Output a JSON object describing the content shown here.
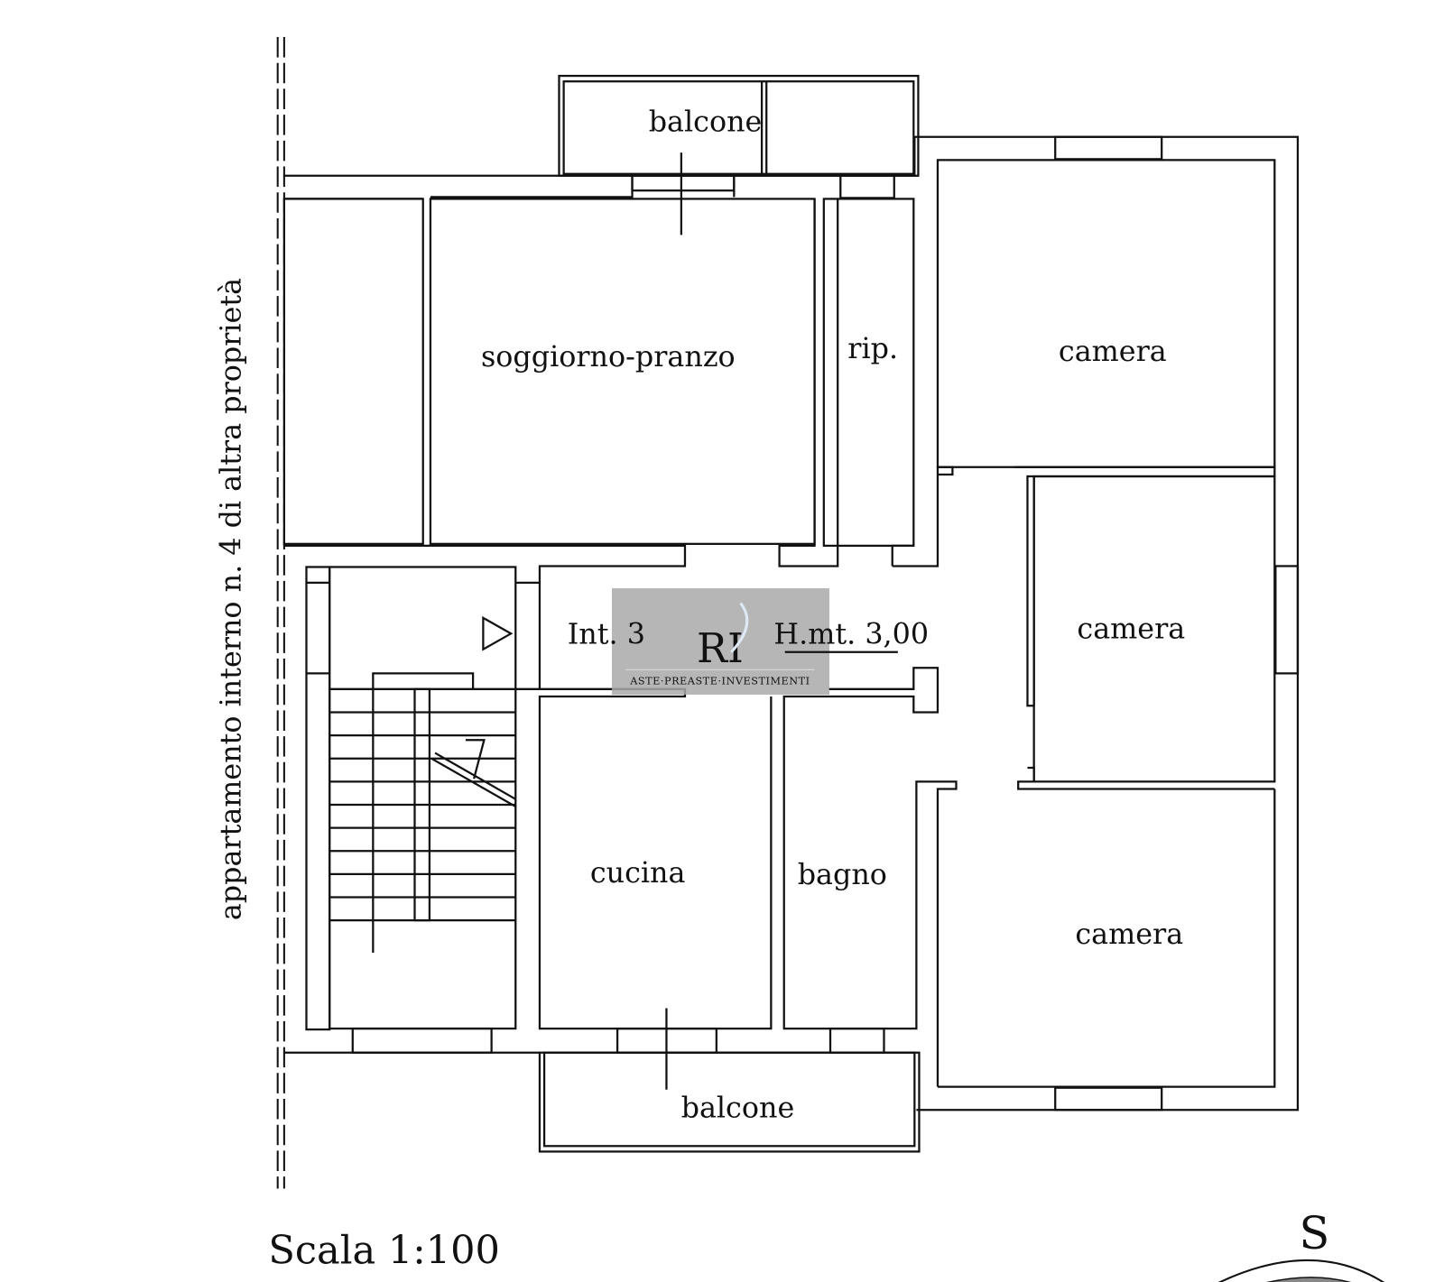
{
  "plan": {
    "side_label": "appartamento interno n. 4 di altra proprietà",
    "scale_label": "Scala  1:100",
    "compass_letter": "S",
    "unit_label": "Int.  3",
    "height_label": "H.mt.  3,00",
    "rooms": {
      "balcony_top": "balcone",
      "living": "soggiorno-pranzo",
      "storage": "rip.",
      "bedroom_1": "camera",
      "bedroom_2": "camera",
      "bedroom_3": "camera",
      "kitchen": "cucina",
      "bathroom": "bagno",
      "balcony_bottom": "balcone"
    }
  },
  "watermark": {
    "logo_text": "RI",
    "tagline": "ASTE·PREASTE·INVESTIMENTI"
  }
}
